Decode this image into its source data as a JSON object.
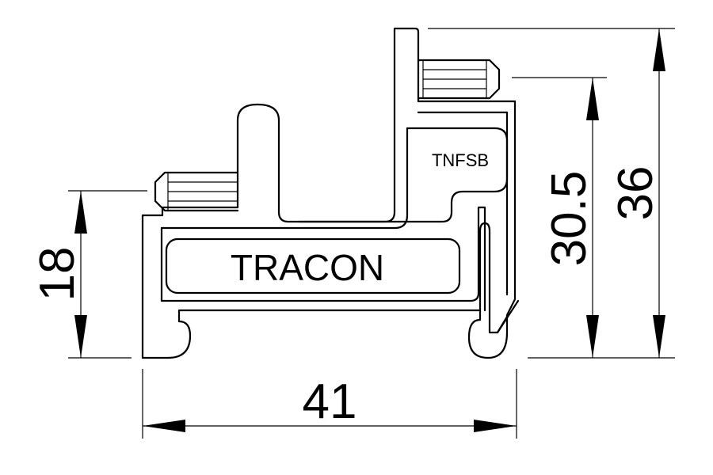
{
  "drawing": {
    "brand_label": "TRACON",
    "model_label": "TNFSB"
  },
  "dimensions": {
    "width": "41",
    "height_left": "18",
    "height_mid": "30.5",
    "height_total": "36"
  }
}
